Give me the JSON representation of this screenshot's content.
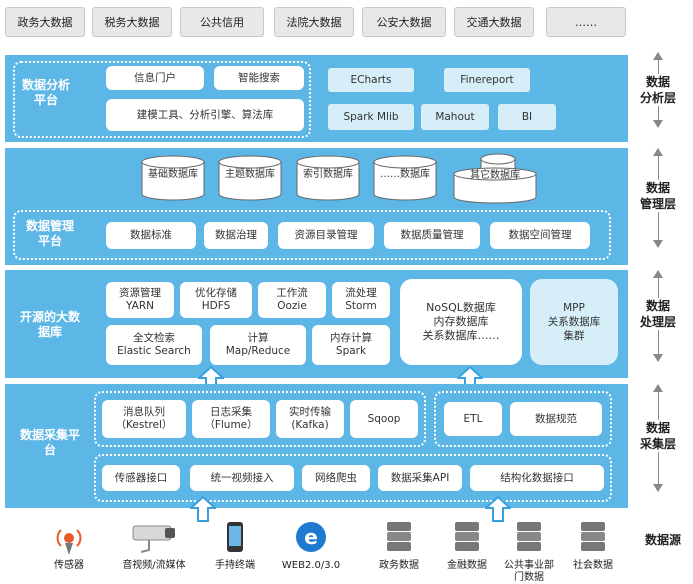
{
  "top_categories": [
    "政务大数据",
    "税务大数据",
    "公共信用",
    "法院大数据",
    "公安大数据",
    "交通大数据",
    "……"
  ],
  "analysis": {
    "title": "数据分析平台",
    "portal": "信息门户",
    "search": "智能搜索",
    "tools": "建模工具、分析引擎、算法库",
    "echarts": "ECharts",
    "finereport": "Finereport",
    "spark_mlib": "Spark Mlib",
    "mahout": "Mahout",
    "bi": "BI"
  },
  "management": {
    "title": "数据管理平台",
    "db_basic": "基础数据库",
    "db_topic": "主题数据库",
    "db_index": "索引数据库",
    "db_etc": "……数据库",
    "db_other": "其它数据库",
    "standard": "数据标准",
    "governance": "数据治理",
    "catalog": "资源目录管理",
    "quality": "数据质量管理",
    "spatial": "数据空间管理"
  },
  "bigdata": {
    "title": "开源的大数据库",
    "yarn_1": "资源管理",
    "yarn_2": "YARN",
    "hdfs_1": "优化存储",
    "hdfs_2": "HDFS",
    "oozie_1": "工作流",
    "oozie_2": "Oozie",
    "storm_1": "流处理",
    "storm_2": "Storm",
    "es_1": "全文检索",
    "es_2": "Elastic Search",
    "mr_1": "计算",
    "mr_2": "Map/Reduce",
    "spark_1": "内存计算",
    "spark_2": "Spark",
    "nosql_1": "NoSQL数据库",
    "nosql_2": "内存数据库",
    "nosql_3": "关系数据库……",
    "mpp_1": "MPP",
    "mpp_2": "关系数据库",
    "mpp_3": "集群"
  },
  "collection": {
    "title": "数据采集平台",
    "mq_1": "消息队列",
    "mq_2": "（Kestrel）",
    "log_1": "日志采集",
    "log_2": "（Flume）",
    "rt_1": "实时传输",
    "rt_2": "(Kafka)",
    "sqoop": "Sqoop",
    "etl": "ETL",
    "norm": "数据规范",
    "sensor_if": "传感器接口",
    "video_if": "统一视频接入",
    "crawler": "网络爬虫",
    "api": "数据采集API",
    "struct_if": "结构化数据接口"
  },
  "layers": {
    "analysis_1": "数据",
    "analysis_2": "分析层",
    "management_1": "数据",
    "management_2": "管理层",
    "processing_1": "数据",
    "processing_2": "处理层",
    "collection_1": "数据",
    "collection_2": "采集层",
    "source": "数据源"
  },
  "sources": [
    "传感器",
    "音视频/流媒体",
    "手持终端",
    "WEB2.0/3.0",
    "政务数据",
    "金融数据",
    "公共事业部门数据",
    "社会数据"
  ],
  "colors": {
    "band": "#5db7e6",
    "light_box": "#d6eef8",
    "arrow": "#3aa0de"
  }
}
